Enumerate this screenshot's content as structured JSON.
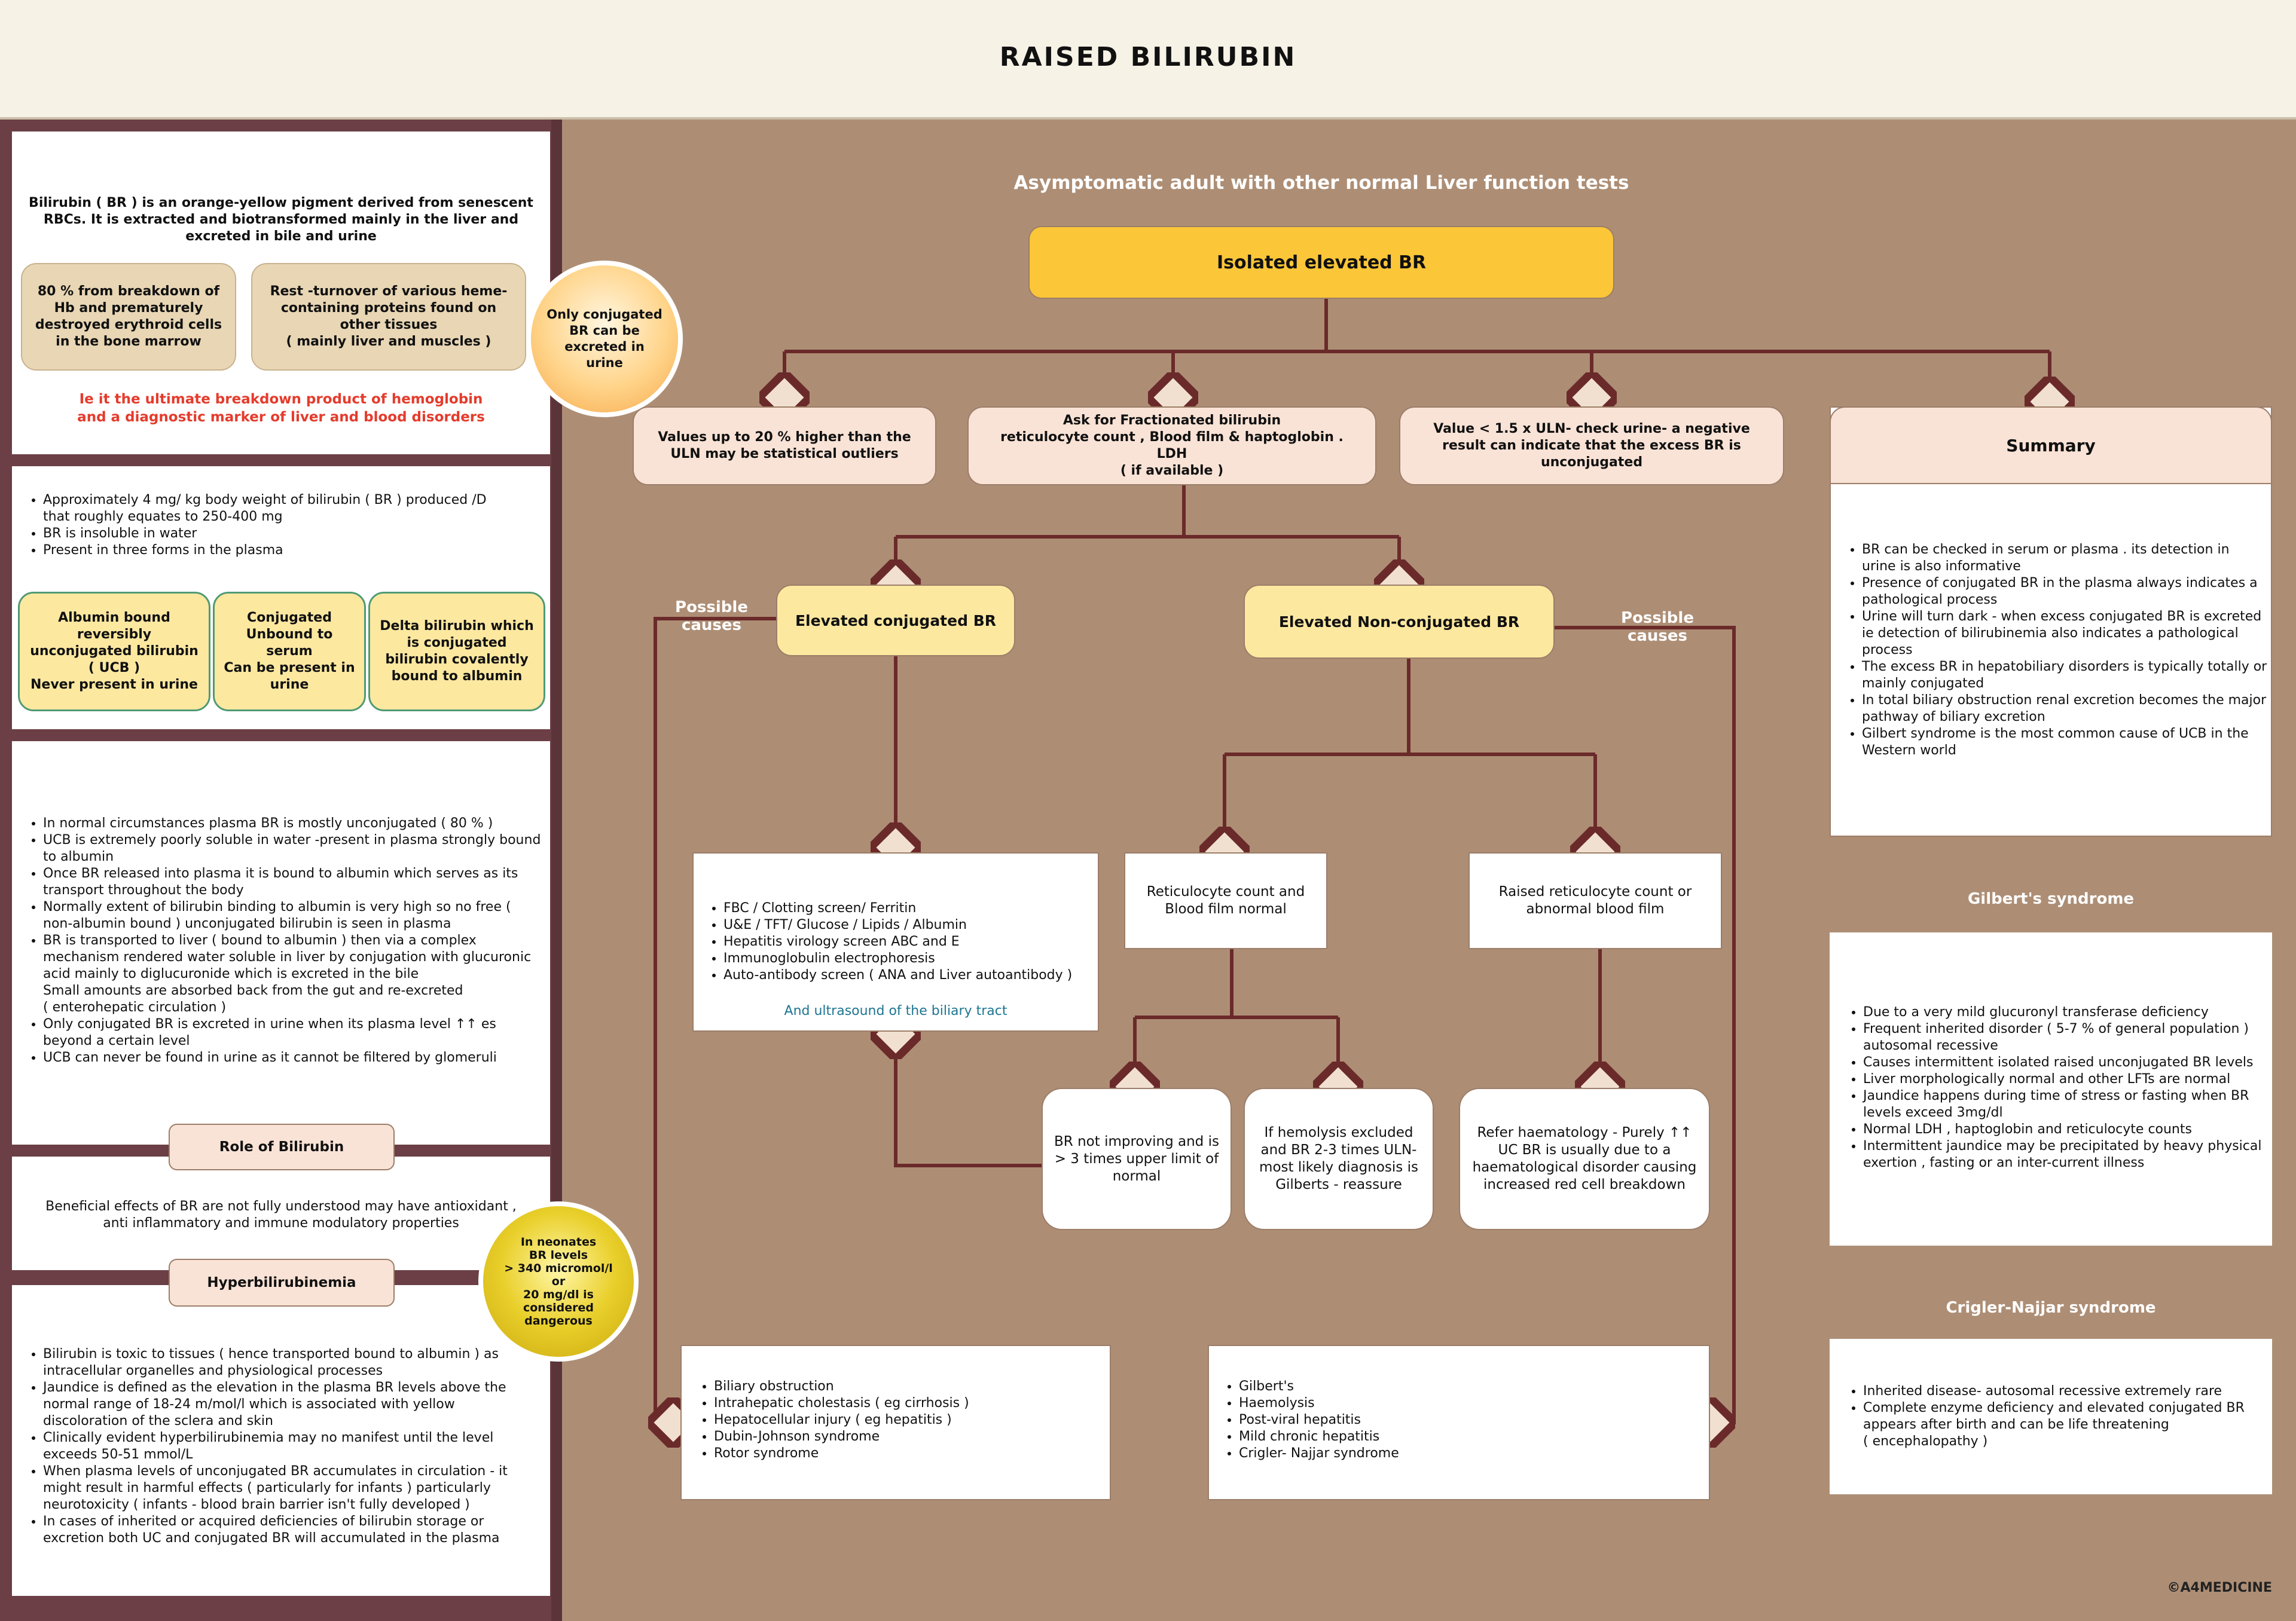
{
  "title": "RAISED BILIRUBIN",
  "colors": {
    "background": "#ad8e75",
    "left_panel": "#6b3f45",
    "connector": "#6b2a2a",
    "top_box": "#fbc638",
    "accent_red": "#e53b2c",
    "teal_text": "#1d7591",
    "gold_circle": "#e0c21a"
  },
  "left": {
    "intro": "Bilirubin ( BR ) is an orange-yellow pigment derived from senescent  RBCs. It is extracted and biotransformed mainly in the liver and excreted in bile and urine",
    "source_hb": "80 % from breakdown of Hb and prematurely destroyed erythroid cells in the bone marrow",
    "source_rest": "Rest -turnover of various heme-containing proteins found on other tissues\n( mainly liver and muscles )",
    "circle_conj": "Only conjugated BR can be excreted in\nurine",
    "ultimate": "Ie it  the ultimate breakdown product of hemoglobin and a diagnostic marker of liver and blood disorders",
    "facts": [
      "Approximately 4 mg/ kg body weight of bilirubin ( BR ) produced /D that roughly equates to 250-400 mg",
      "BR is insoluble in water",
      "Present in three forms in the plasma"
    ],
    "forms": [
      "Albumin bound reversibly unconjugated bilirubin ( UCB )\nNever present in urine",
      "Conjugated\nUnbound to serum\nCan be present in urine",
      "Delta bilirubin which is conjugated bilirubin covalently bound to albumin"
    ],
    "normal": [
      "In normal circumstances plasma BR is mostly  unconjugated ( 80 % )",
      "UCB is extremely poorly soluble in water -present in plasma strongly bound to albumin",
      "Once BR released into plasma it is bound to albumin which serves as its transport throughout the body",
      "Normally extent of bilirubin binding to albumin is very high so no free ( non-albumin bound ) unconjugated bilirubin is seen in plasma",
      "BR is transported to liver ( bound to albumin ) then via a complex mechanism rendered water soluble in liver by conjugation with  glucuronic acid mainly to diglucuronide which is excreted in the bile\nSmall amounts are absorbed back from the gut and re-excreted\n( enterohepatic circulation )",
      "Only conjugated BR is excreted in urine when its plasma level ↑↑ es beyond a certain level",
      "UCB can never be found in urine as it cannot be filtered by glomeruli"
    ],
    "role_title": "Role of Bilirubin",
    "role_text": "Beneficial effects of BR are not fully understood may have antioxidant , anti inflammatory and immune modulatory properties",
    "hyper_title": "Hyperbilirubinemia",
    "neonate_circle": "In neonates\nBR levels\n> 340 micromol/l or\n20 mg/dl is considered\ndangerous",
    "hyper": [
      "Bilirubin is toxic to tissues ( hence transported bound to albumin ) as intracellular organelles and physiological processes",
      "Jaundice is defined as the elevation in the plasma BR levels above the normal range of 18-24 m/mol/l which is associated with yellow discoloration of the sclera and skin",
      "Clinically evident hyperbilirubinemia may no manifest until the level exceeds 50-51 mmol/L",
      "When plasma levels of unconjugated BR accumulates in circulation - it might result in harmful effects ( particularly for infants )  particularly neurotoxicity ( infants - blood brain barrier isn't fully developed )",
      "In cases of inherited or acquired deficiencies of bilirubin storage or excretion both UC and conjugated BR will accumulated in the plasma"
    ]
  },
  "flow": {
    "subtitle": "Asymptomatic adult with other normal Liver function tests",
    "top": "Isolated elevated BR",
    "outliers": "Values up to 20 % higher than the ULN may be statistical outliers",
    "ask": "Ask for Fractionated bilirubin\nreticulocyte count , Blood film & haptoglobin . LDH\n( if available )",
    "urine": "Value < 1.5 x ULN- check urine- a negative result can indicate that the excess BR is unconjugated",
    "conj": "Elevated conjugated BR",
    "nonconj": "Elevated Non-conjugated BR",
    "possible_left": "Possible\ncauses",
    "possible_right": "Possible\ncauses",
    "tests": [
      "FBC / Clotting screen/ Ferritin",
      "U&E / TFT/ Glucose / Lipids / Albumin",
      "Hepatitis virology screen ABC and E",
      "Immunoglobulin electrophoresis",
      "Auto-antibody screen ( ANA and Liver autoantibody )"
    ],
    "tests_us": "And ultrasound of the biliary tract",
    "retic_normal": "Reticulocyte count and Blood film normal",
    "retic_raised": "Raised reticulocyte count or abnormal blood film",
    "not_improving": "BR not improving and is > 3 times upper limit of normal",
    "hemolysis_excl": "If hemolysis excluded and BR 2-3 times ULN- most likely diagnosis is Gilberts - reassure",
    "refer": "Refer haematology - Purely ↑↑ UC BR is usually due to  a haematological disorder causing increased red cell breakdown",
    "causes_conj": [
      "Biliary obstruction",
      "Intrahepatic cholestasis ( eg cirrhosis )",
      "Hepatocellular injury ( eg hepatitis )",
      "Dubin-Johnson syndrome",
      "Rotor syndrome"
    ],
    "causes_nonconj": [
      "Gilbert's",
      "Haemolysis",
      "Post-viral hepatitis",
      "Mild chronic hepatitis",
      "Crigler- Najjar syndrome"
    ]
  },
  "right": {
    "summary_title": "Summary",
    "summary": [
      "BR can be checked in serum or plasma . its detection in urine is also informative",
      "Presence of conjugated BR in the plasma always indicates a pathological process",
      "Urine will turn dark - when excess conjugated BR is excreted ie detection of bilirubinemia  also indicates a pathological process",
      "The excess BR in hepatobiliary disorders is typically totally or mainly conjugated",
      "In total biliary obstruction renal excretion becomes the major pathway of biliary excretion",
      "Gilbert syndrome is the most common cause of UCB in the Western world"
    ],
    "gilbert_title": "Gilbert's syndrome",
    "gilbert": [
      "Due to a very mild glucuronyl transferase deficiency",
      "Frequent inherited disorder ( 5-7 % of general population ) autosomal recessive",
      "Causes intermittent isolated raised unconjugated BR levels",
      "Liver morphologically normal and other LFTs are normal",
      "Jaundice happens during time of stress or fasting when BR levels exceed 3mg/dl",
      "Normal LDH , haptoglobin and reticulocyte counts",
      "Intermittent jaundice may be precipitated by heavy physical exertion , fasting or an inter-current illness"
    ],
    "crigler_title": "Crigler-Najjar syndrome",
    "crigler": [
      "Inherited disease- autosomal recessive  extremely rare",
      "Complete enzyme deficiency and elevated conjugated BR appears after birth and can be life threatening\n( encephalopathy )"
    ]
  },
  "copyright": "©A4MEDICINE"
}
